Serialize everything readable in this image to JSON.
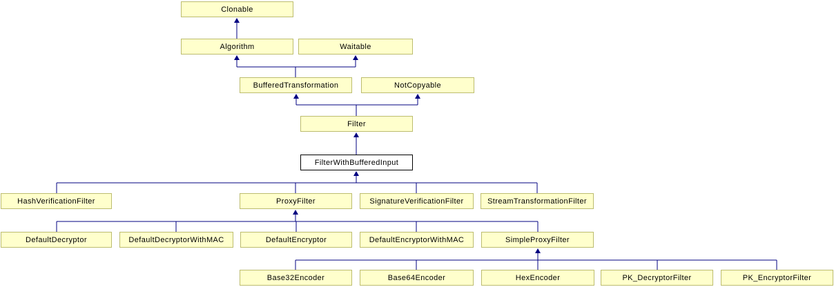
{
  "diagram": {
    "type": "class-inheritance-graph",
    "highlighted_node": "FilterWithBufferedInput",
    "nodes": [
      {
        "label": "Clonable"
      },
      {
        "label": "Algorithm"
      },
      {
        "label": "Waitable"
      },
      {
        "label": "BufferedTransformation"
      },
      {
        "label": "NotCopyable"
      },
      {
        "label": "Filter"
      },
      {
        "label": "FilterWithBufferedInput"
      },
      {
        "label": "HashVerificationFilter"
      },
      {
        "label": "ProxyFilter"
      },
      {
        "label": "SignatureVerificationFilter"
      },
      {
        "label": "StreamTransformationFilter"
      },
      {
        "label": "DefaultDecryptor"
      },
      {
        "label": "DefaultDecryptorWithMAC"
      },
      {
        "label": "DefaultEncryptor"
      },
      {
        "label": "DefaultEncryptorWithMAC"
      },
      {
        "label": "SimpleProxyFilter"
      },
      {
        "label": "Base32Encoder"
      },
      {
        "label": "Base64Encoder"
      },
      {
        "label": "HexEncoder"
      },
      {
        "label": "PK_DecryptorFilter"
      },
      {
        "label": "PK_EncryptorFilter"
      }
    ],
    "edges": [
      {
        "child": "Algorithm",
        "parent": "Clonable"
      },
      {
        "child": "BufferedTransformation",
        "parent": "Algorithm"
      },
      {
        "child": "BufferedTransformation",
        "parent": "Waitable"
      },
      {
        "child": "Filter",
        "parent": "BufferedTransformation"
      },
      {
        "child": "Filter",
        "parent": "NotCopyable"
      },
      {
        "child": "FilterWithBufferedInput",
        "parent": "Filter"
      },
      {
        "child": "HashVerificationFilter",
        "parent": "FilterWithBufferedInput"
      },
      {
        "child": "ProxyFilter",
        "parent": "FilterWithBufferedInput"
      },
      {
        "child": "SignatureVerificationFilter",
        "parent": "FilterWithBufferedInput"
      },
      {
        "child": "StreamTransformationFilter",
        "parent": "FilterWithBufferedInput"
      },
      {
        "child": "DefaultDecryptor",
        "parent": "ProxyFilter"
      },
      {
        "child": "DefaultDecryptorWithMAC",
        "parent": "ProxyFilter"
      },
      {
        "child": "DefaultEncryptor",
        "parent": "ProxyFilter"
      },
      {
        "child": "DefaultEncryptorWithMAC",
        "parent": "ProxyFilter"
      },
      {
        "child": "SimpleProxyFilter",
        "parent": "ProxyFilter"
      },
      {
        "child": "Base32Encoder",
        "parent": "SimpleProxyFilter"
      },
      {
        "child": "Base64Encoder",
        "parent": "SimpleProxyFilter"
      },
      {
        "child": "HexEncoder",
        "parent": "SimpleProxyFilter"
      },
      {
        "child": "PK_DecryptorFilter",
        "parent": "SimpleProxyFilter"
      },
      {
        "child": "PK_EncryptorFilter",
        "parent": "SimpleProxyFilter"
      }
    ]
  },
  "colors": {
    "node_fill": "#ffffcc",
    "node_border": "#bcbc6e",
    "highlight_fill": "#ffffff",
    "highlight_border": "#000000",
    "edge_line": "#000080",
    "text": "#000000"
  }
}
